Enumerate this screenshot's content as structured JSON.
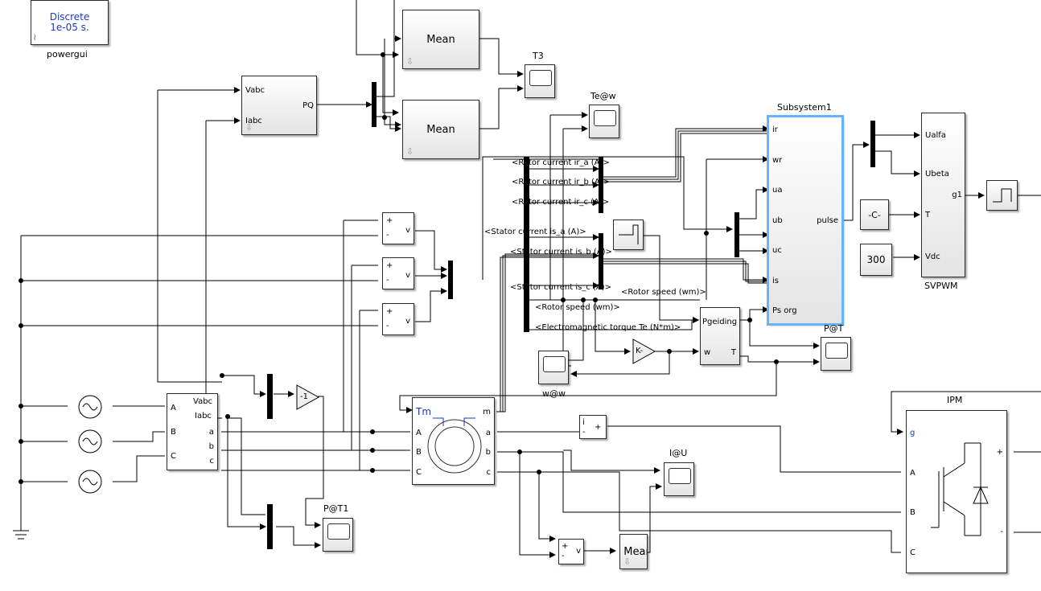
{
  "powergui": {
    "mode": "Discrete",
    "sample_time": "1e-05 s.",
    "name": "powergui"
  },
  "pq_block": {
    "in1": "Vabc",
    "in2": "Iabc",
    "out": "PQ"
  },
  "mean_block": {
    "label": "Mean"
  },
  "scopes": {
    "t3": "T3",
    "te_w": "Te@w",
    "w_w": "w@w",
    "p_t": "P@T",
    "p_t1": "P@T1",
    "i_u": "I@U"
  },
  "subsystem": {
    "title": "Subsystem1",
    "inputs": [
      "ir",
      "wr",
      "ua",
      "ub",
      "uc",
      "is",
      "Ps org"
    ],
    "output": "pulse"
  },
  "svpwm": {
    "title": "SVPWM",
    "inputs": [
      "Ualfa",
      "Ubeta",
      "T",
      "Vdc"
    ],
    "output": "g1"
  },
  "const_c": "-C-",
  "const_300": "300",
  "gain_k": "K-",
  "gain_neg1": "-1",
  "pgeiding": {
    "in1": "Pgeiding",
    "in2": "w",
    "out": "T"
  },
  "measurement": {
    "a": "a",
    "b": "b",
    "c": "c",
    "vabc": "Vabc",
    "iabc": "Iabc",
    "A": "A",
    "B": "B",
    "C": "C"
  },
  "machine": {
    "tm": "Tm",
    "m": "m",
    "A": "A",
    "B": "B",
    "C": "C",
    "a": "a",
    "b": "b",
    "c": "c"
  },
  "ipm": {
    "title": "IPM",
    "g": "g",
    "A": "A",
    "B": "B",
    "C": "C",
    "plus": "+",
    "minus": "-"
  },
  "voltmeter": {
    "plus": "+",
    "minus": "-",
    "v": "v"
  },
  "ammeter": {
    "i": "i",
    "plus": "+",
    "minus": "-"
  },
  "signals": {
    "rotor_ia": "<Rotor current ir_a (A)>",
    "rotor_ib": "<Rotor current ir_b (A)>",
    "rotor_ic": "<Rotor current ir_c (A)>",
    "stator_ia": "<Stator current is_a (A)>",
    "stator_ib": "<Stator current is_b (A)>",
    "stator_ic": "<Stator current is_c (A)>",
    "rotor_speed": "<Rotor speed (wm)>",
    "rotor_speed2": "<Rotor speed (wm)>",
    "torque": "<Electromagnetic torque Te (N*m)>"
  },
  "icons": [
    "link-icon",
    "sine-source-icon",
    "step-icon",
    "scope-icon",
    "ground-icon",
    "igbt-icon",
    "machine-icon",
    "inherit-arrow-icon"
  ]
}
